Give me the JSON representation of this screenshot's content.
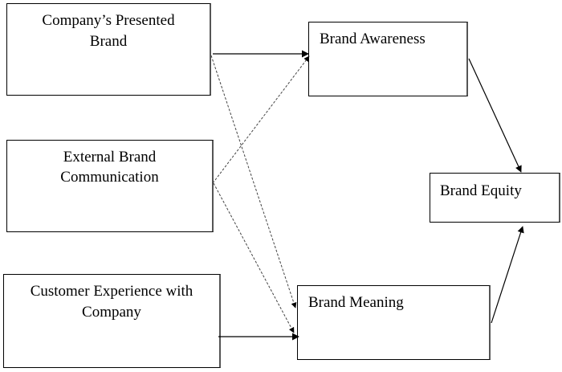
{
  "diagram": {
    "nodes": {
      "presented_brand": {
        "line1": "Company’s Presented",
        "line2": "Brand"
      },
      "external_comm": {
        "line1": "External Brand",
        "line2": "Communication"
      },
      "customer_experience": {
        "line1": "Customer Experience with",
        "line2": "Company"
      },
      "brand_awareness": {
        "label": "Brand Awareness"
      },
      "brand_meaning": {
        "label": "Brand Meaning"
      },
      "brand_equity": {
        "label": "Brand Equity"
      }
    },
    "edges": [
      {
        "from": "Company’s Presented Brand",
        "to": "Brand Awareness",
        "style": "solid"
      },
      {
        "from": "Company’s Presented Brand",
        "to": "Brand Meaning",
        "style": "dashed"
      },
      {
        "from": "External Brand Communication",
        "to": "Brand Awareness",
        "style": "dashed"
      },
      {
        "from": "External Brand Communication",
        "to": "Brand Meaning",
        "style": "dashed"
      },
      {
        "from": "Customer Experience with Company",
        "to": "Brand Meaning",
        "style": "solid"
      },
      {
        "from": "Brand Awareness",
        "to": "Brand Equity",
        "style": "solid"
      },
      {
        "from": "Brand Meaning",
        "to": "Brand Equity",
        "style": "solid"
      }
    ]
  }
}
